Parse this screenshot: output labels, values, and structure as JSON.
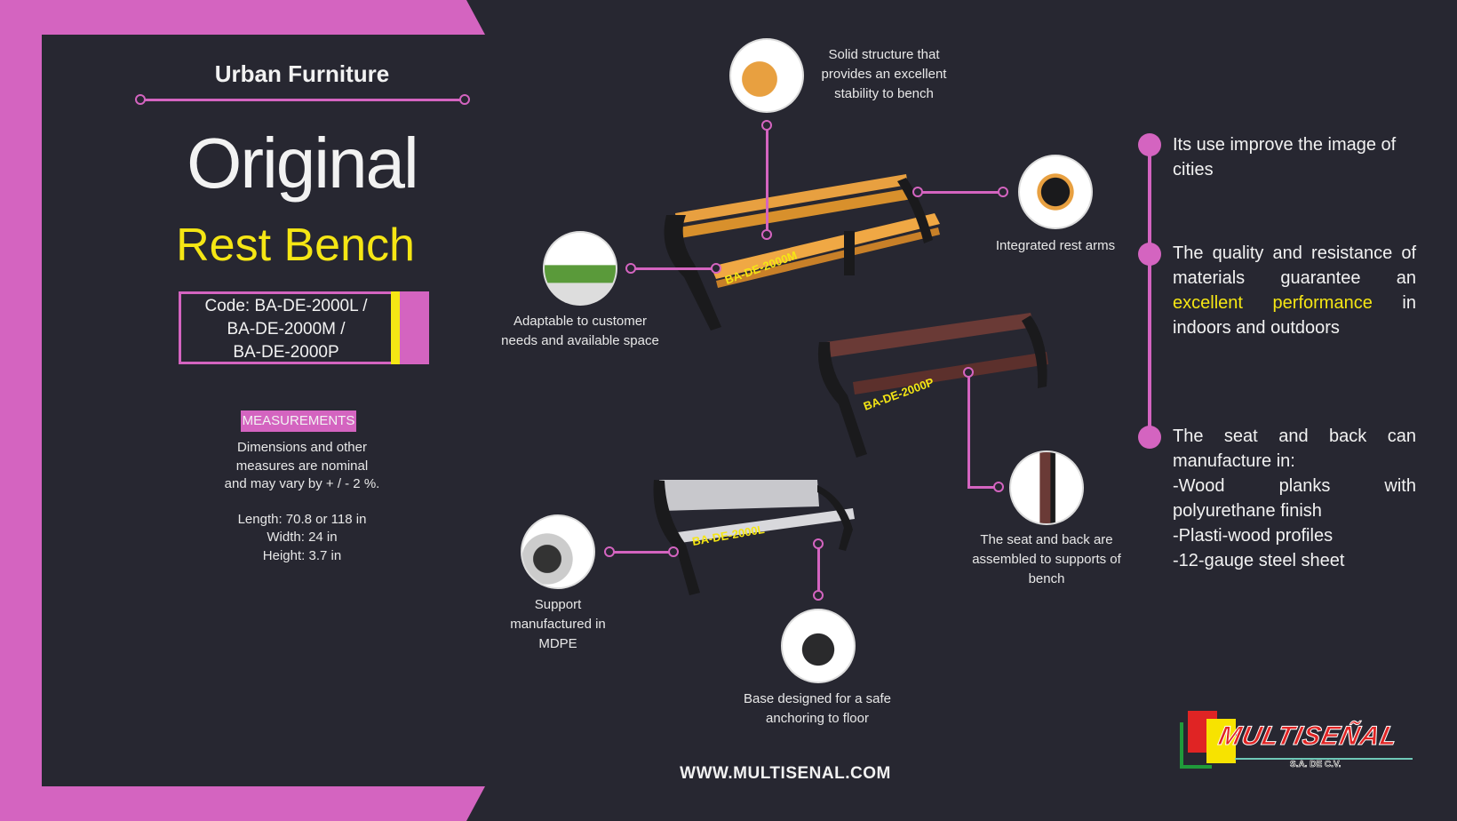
{
  "header": {
    "category": "Urban Furniture",
    "title": "Original",
    "subtitle": "Rest Bench"
  },
  "code": {
    "lines": [
      "Code: BA-DE-2000L /",
      "BA-DE-2000M /",
      "BA-DE-2000P"
    ]
  },
  "measurements": {
    "badge": "MEASUREMENTS",
    "note": [
      "Dimensions and other",
      "measures are nominal",
      "and may vary by  + / - 2 %."
    ],
    "specs": [
      "Length: 70.8 or 118 in",
      "Width: 24 in",
      "Height: 3.7 in"
    ]
  },
  "callouts": {
    "structure": "Solid structure that provides an excellent stability to bench",
    "arms": "Integrated rest arms",
    "adaptable": "Adaptable to customer needs and available space",
    "seat": "The seat and back are assembled to supports of bench",
    "support": "Support manufactured in MDPE",
    "base": "Base designed for a safe anchoring to floor"
  },
  "bench_labels": [
    "BA-DE-2000M",
    "BA-DE-2000P",
    "BA-DE-2000L"
  ],
  "features": [
    {
      "text": "Its use improve the image of cities"
    },
    {
      "before": "The quality and resistance of materials guarantee an ",
      "highlight": "excellent performance",
      "after": " in indoors and outdoors"
    },
    {
      "lines": [
        "The seat and back can manufacture in:",
        "-Wood planks with polyurethane finish",
        "-Plasti-wood profiles",
        "-12-gauge steel sheet"
      ]
    }
  ],
  "website": "WWW.MULTISENAL.COM",
  "logo": {
    "name": "MULTISEÑAL",
    "suffix": "S.A. DE C.V."
  },
  "colors": {
    "accent": "#d464c0",
    "highlight": "#f5e614",
    "background": "#272731"
  }
}
